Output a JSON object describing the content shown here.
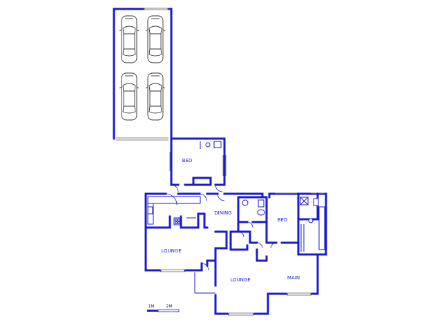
{
  "rooms": {
    "bed_1": "BED",
    "dining": "DINING",
    "bed_2": "BED",
    "lounge_1": "LOUNGE",
    "lounge_2": "LOUNGE",
    "main": "MAIN"
  },
  "scale": {
    "mark_1": "1M",
    "mark_2": "2M"
  },
  "colors": {
    "wall": "#1a1ad0",
    "window": "#808080",
    "vehicle": "#333333"
  },
  "icons": [
    "car-icon",
    "toilet-icon",
    "basin-icon",
    "stove-icon",
    "door-swing-icon",
    "shower-icon"
  ]
}
